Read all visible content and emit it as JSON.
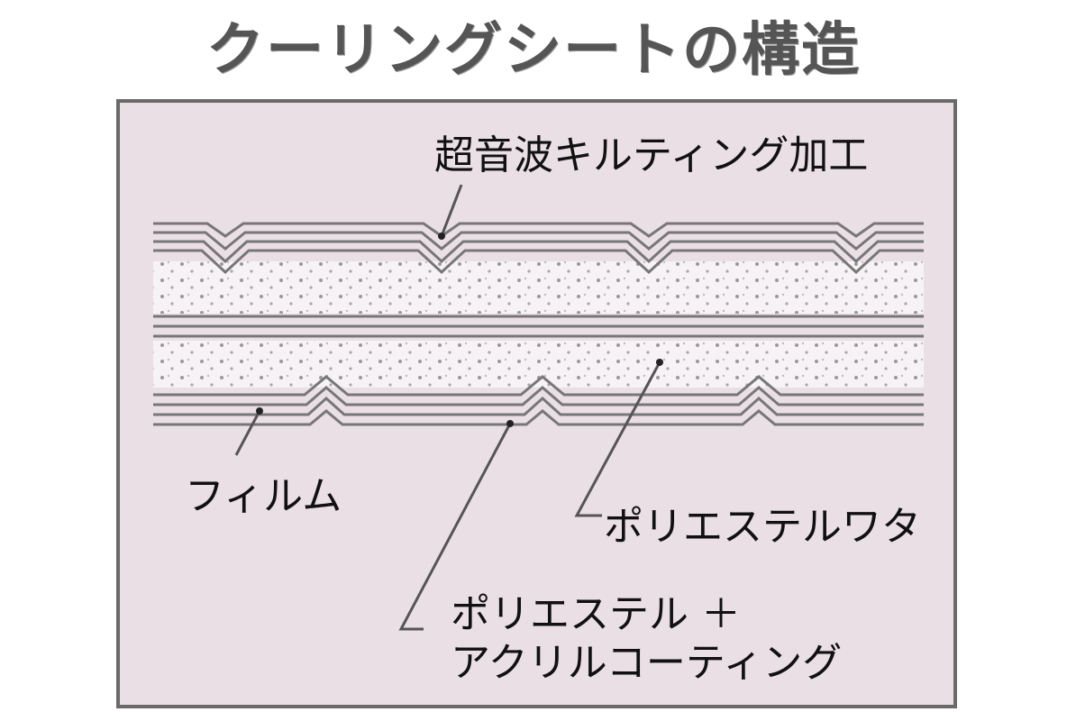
{
  "title": "クーリングシートの構造",
  "labels": {
    "quilting": "超音波キルティング加工",
    "film": "フィルム",
    "polyester_wadding": "ポリエステルワタ",
    "coating_line1": "ポリエステル ＋",
    "coating_line2": "アクリルコーティング"
  },
  "colors": {
    "panel_bg": "#ebdfe6",
    "panel_border": "#6a6a6a",
    "layer_stripe": "#777777",
    "wadding_fill": "#f7f2f5",
    "wadding_dots": "#9a9a9a",
    "leader_line": "#555555"
  }
}
